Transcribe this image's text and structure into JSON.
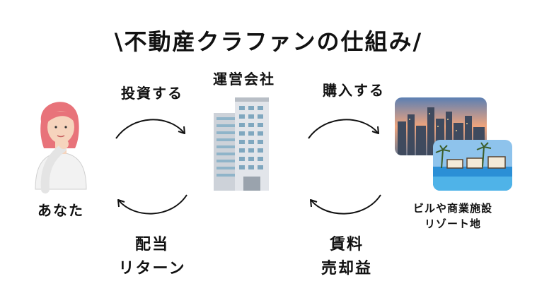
{
  "title": "\\不動産クラファンの仕組み/",
  "nodes": {
    "you": {
      "label": "あなた",
      "icon": "person-thinking-icon"
    },
    "operator": {
      "label": "運営会社",
      "icon": "office-building-icon"
    },
    "property": {
      "label_line1": "ビルや商業施設",
      "label_line2": "リゾート地",
      "icon": "city-and-resort-photos"
    }
  },
  "flows": {
    "invest": "投資する",
    "purchase": "購入する",
    "dividend_line1": "配当",
    "dividend_line2": "リターン",
    "income_line1": "賃料",
    "income_line2": "売却益"
  },
  "colors": {
    "text": "#111111",
    "arrow": "#111111",
    "hair": "#e8737a",
    "skin": "#f6d4bd",
    "building_wall": "#d9dde3",
    "building_window": "#8fb4c9",
    "city_sky": "#f0a47c",
    "sea": "#2b8fd6"
  }
}
